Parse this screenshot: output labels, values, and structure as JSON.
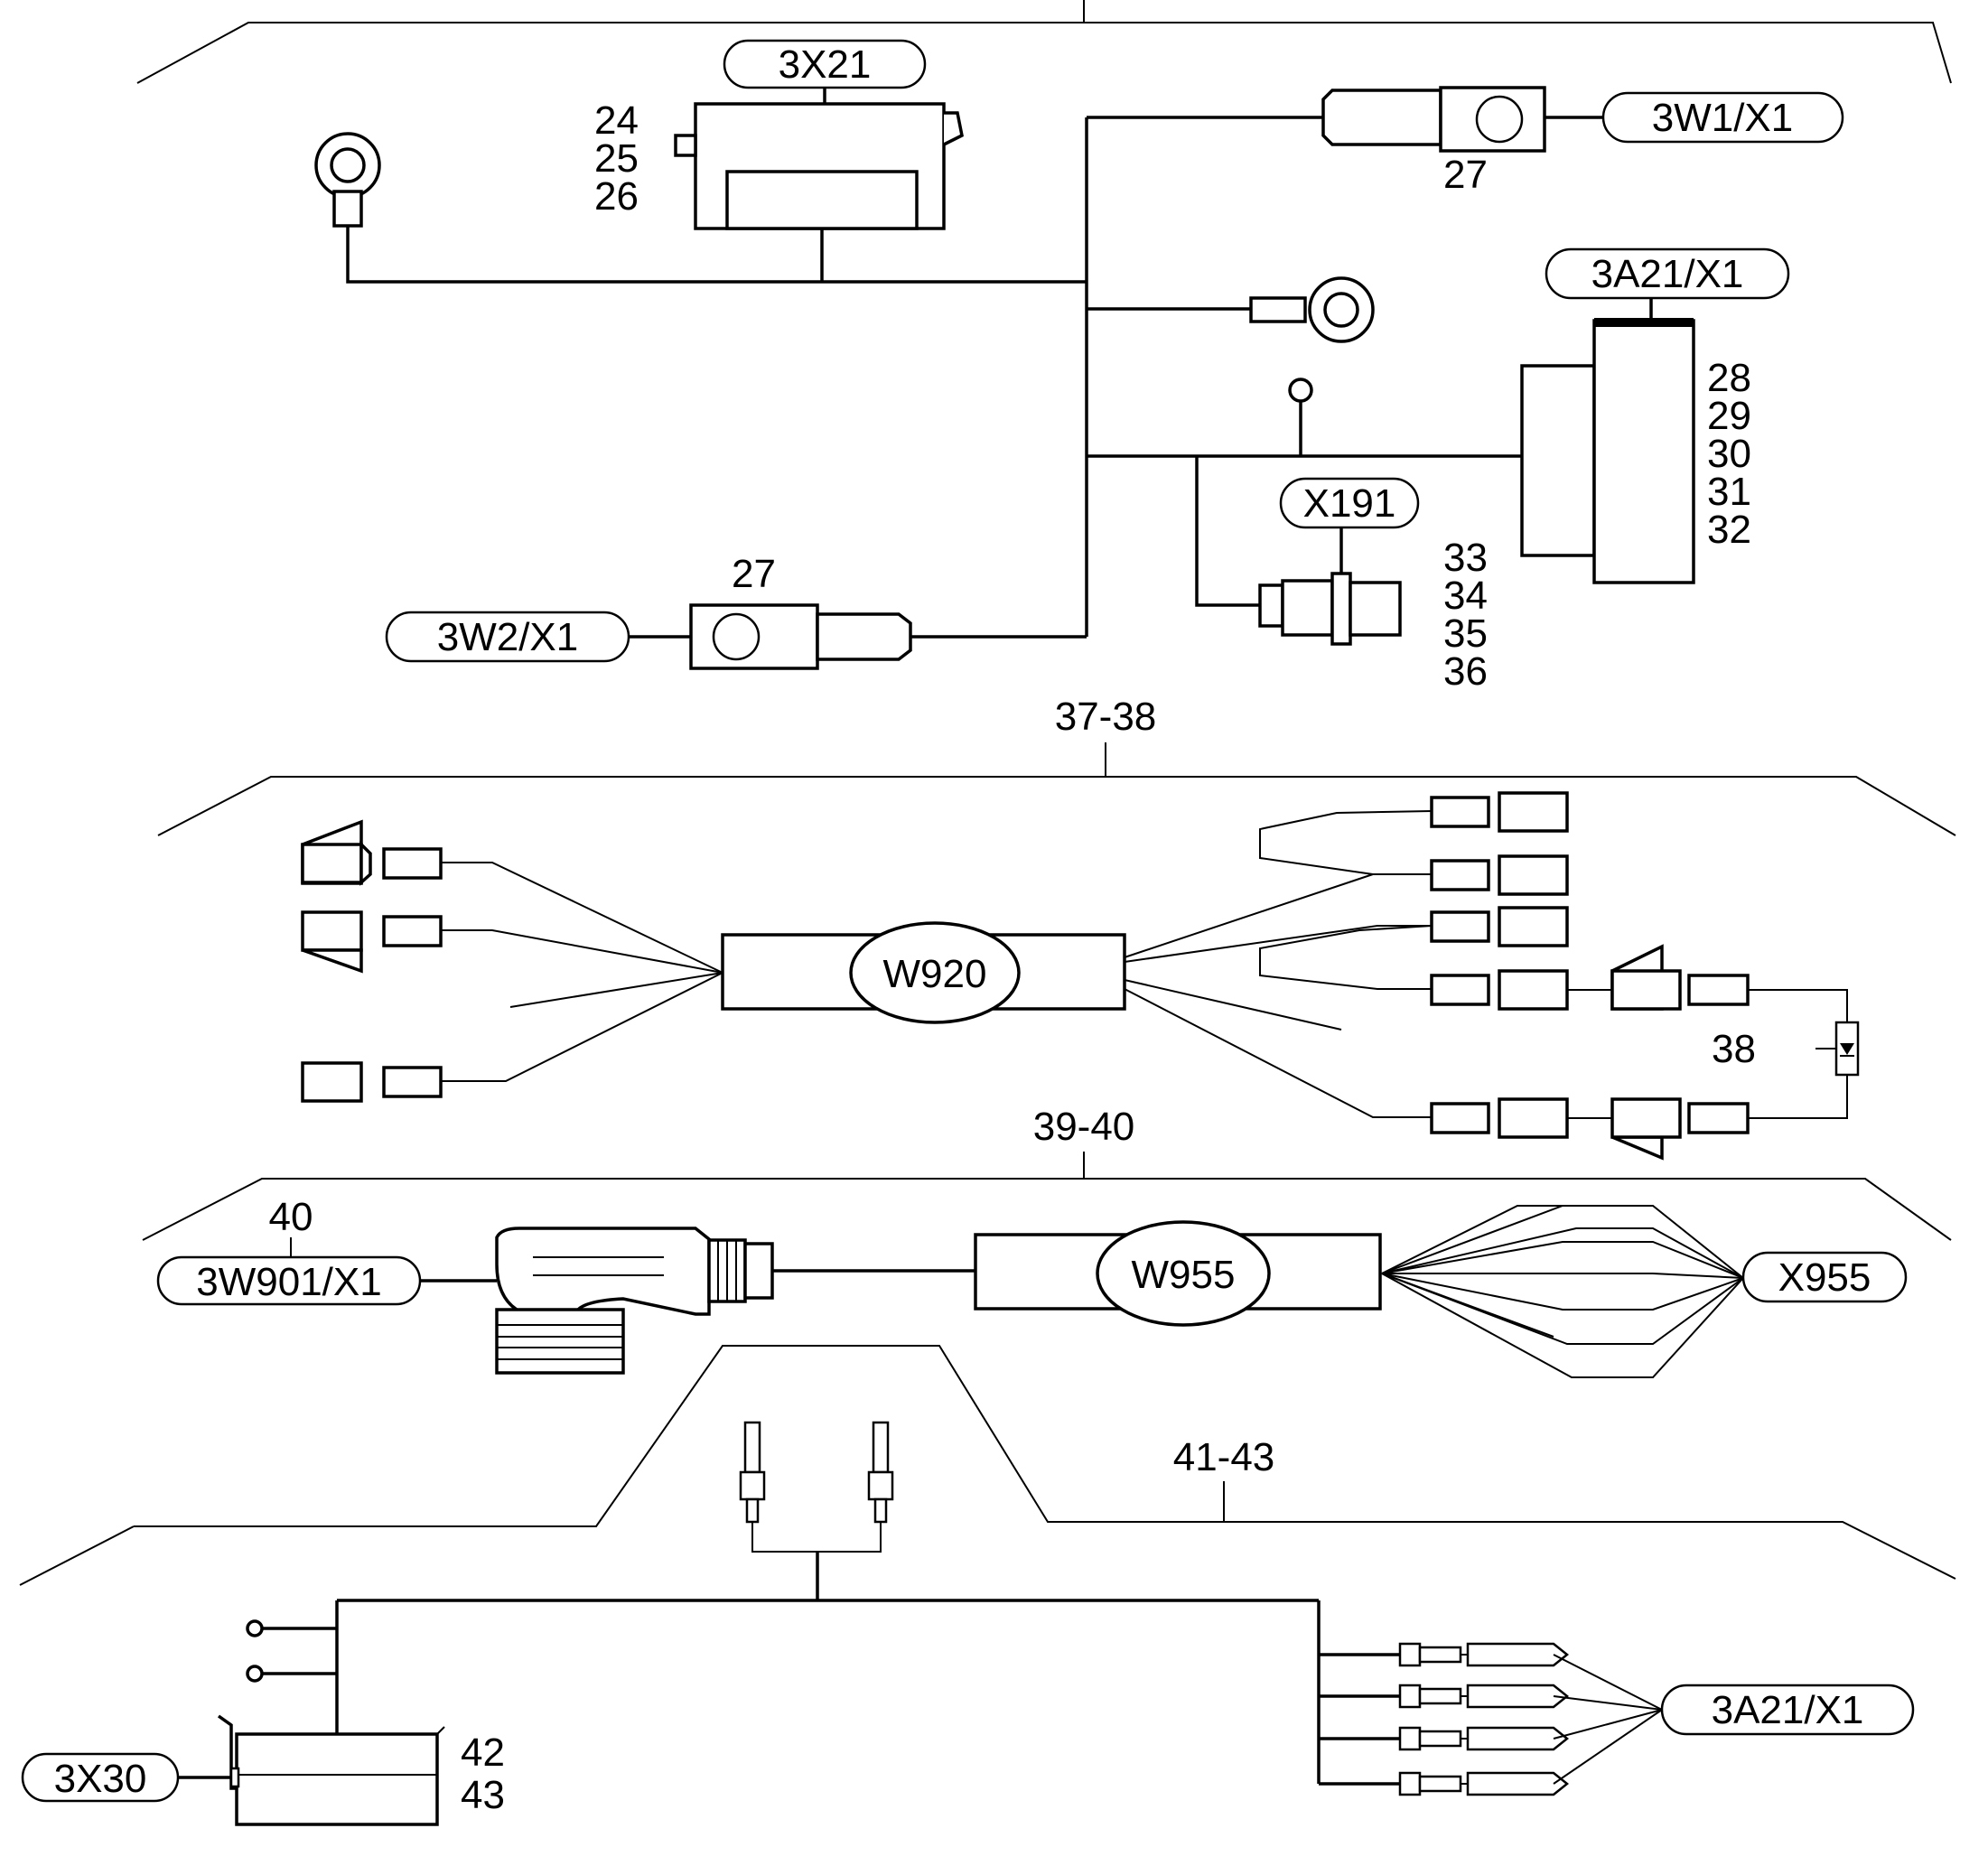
{
  "connector_labels": {
    "c_3X21": "3X21",
    "c_3W1X1": "3W1/X1",
    "c_3A21X1_top": "3A21/X1",
    "c_X191": "X191",
    "c_3W2X1": "3W2/X1",
    "c_W920": "W920",
    "c_3W901X1": "3W901/X1",
    "c_W955": "W955",
    "c_X955": "X955",
    "c_3X30": "3X30",
    "c_3A21X1_bottom": "3A21/X1"
  },
  "item_numbers": {
    "n24": "24",
    "n25": "25",
    "n26": "26",
    "n27a": "27",
    "n27b": "27",
    "n28": "28",
    "n29": "29",
    "n30": "30",
    "n31": "31",
    "n32": "32",
    "n33": "33",
    "n34": "34",
    "n35": "35",
    "n36": "36",
    "n37_38": "37-38",
    "n38": "38",
    "n39_40": "39-40",
    "n40": "40",
    "n41_43": "41-43",
    "n42": "42",
    "n43": "43"
  },
  "colors": {
    "line": "#000000",
    "background": "#ffffff"
  }
}
